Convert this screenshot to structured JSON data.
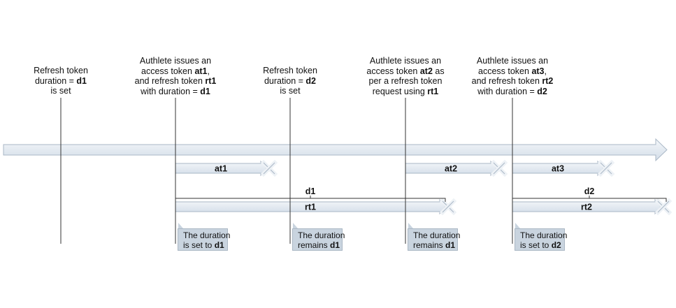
{
  "events": [
    {
      "id": "e1",
      "lines": [
        [
          {
            "t": "Refresh token"
          }
        ],
        [
          {
            "t": "duration = "
          },
          {
            "t": "d1",
            "b": true
          }
        ],
        [
          {
            "t": "is set"
          }
        ]
      ]
    },
    {
      "id": "e2",
      "lines": [
        [
          {
            "t": "Authlete issues an"
          }
        ],
        [
          {
            "t": "access token "
          },
          {
            "t": "at1",
            "b": true
          },
          {
            "t": ","
          }
        ],
        [
          {
            "t": "and refresh token "
          },
          {
            "t": "rt1",
            "b": true
          }
        ],
        [
          {
            "t": "with duration = "
          },
          {
            "t": "d1",
            "b": true
          }
        ]
      ]
    },
    {
      "id": "e3",
      "lines": [
        [
          {
            "t": "Refresh token"
          }
        ],
        [
          {
            "t": "duration = "
          },
          {
            "t": "d2",
            "b": true
          }
        ],
        [
          {
            "t": "is set"
          }
        ]
      ]
    },
    {
      "id": "e4",
      "lines": [
        [
          {
            "t": "Authlete issues an"
          }
        ],
        [
          {
            "t": "access token "
          },
          {
            "t": "at2",
            "b": true
          },
          {
            "t": " as"
          }
        ],
        [
          {
            "t": "per a refresh token"
          }
        ],
        [
          {
            "t": "request using "
          },
          {
            "t": "rt1",
            "b": true
          }
        ]
      ]
    },
    {
      "id": "e5",
      "lines": [
        [
          {
            "t": "Authlete issues an"
          }
        ],
        [
          {
            "t": "access token "
          },
          {
            "t": "at3",
            "b": true
          },
          {
            "t": ","
          }
        ],
        [
          {
            "t": "and refresh token "
          },
          {
            "t": "rt2",
            "b": true
          }
        ],
        [
          {
            "t": "with duration = "
          },
          {
            "t": "d2",
            "b": true
          }
        ]
      ]
    }
  ],
  "access_tokens": [
    "at1",
    "at2",
    "at3"
  ],
  "refresh_tokens": [
    "rt1",
    "rt2"
  ],
  "durations": [
    "d1",
    "d2"
  ],
  "callouts": [
    {
      "lines": [
        [
          {
            "t": "The duration"
          }
        ],
        [
          {
            "t": "is set to "
          },
          {
            "t": "d1",
            "b": true
          }
        ]
      ]
    },
    {
      "lines": [
        [
          {
            "t": "The duration"
          }
        ],
        [
          {
            "t": "remains "
          },
          {
            "t": "d1",
            "b": true
          }
        ]
      ]
    },
    {
      "lines": [
        [
          {
            "t": "The duration"
          }
        ],
        [
          {
            "t": "remains "
          },
          {
            "t": "d1",
            "b": true
          }
        ]
      ]
    },
    {
      "lines": [
        [
          {
            "t": "The duration"
          }
        ],
        [
          {
            "t": "is set to "
          },
          {
            "t": "d2",
            "b": true
          }
        ]
      ]
    }
  ],
  "colors": {
    "bar_fill": "#dde5ee",
    "bar_stroke": "#a9b7c6",
    "line": "#333333",
    "callout_fill": "#c9d4df"
  }
}
